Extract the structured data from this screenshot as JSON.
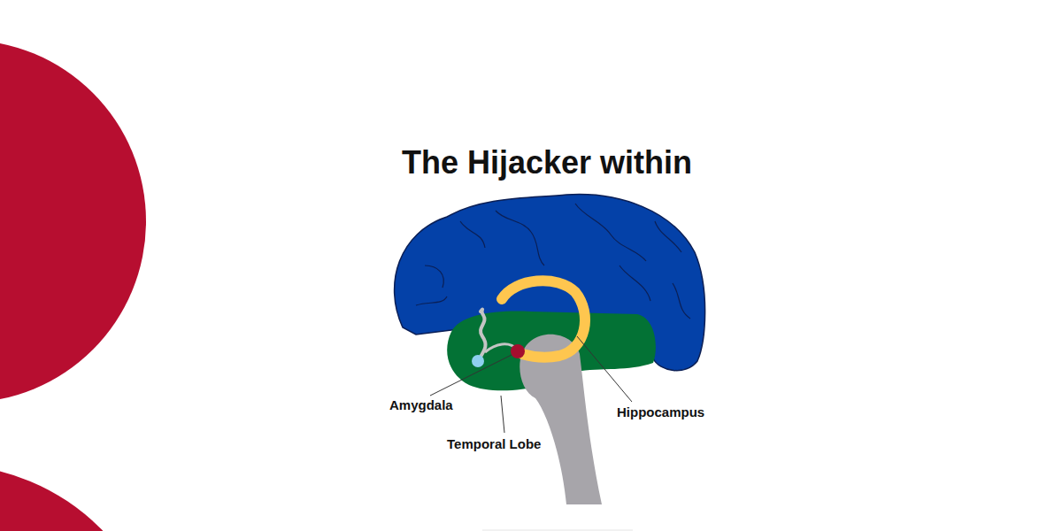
{
  "diagram": {
    "title": "The Hijacker within",
    "labels": [
      "Amygdala",
      "Temporal Lobe",
      "Hippocampus"
    ]
  }
}
